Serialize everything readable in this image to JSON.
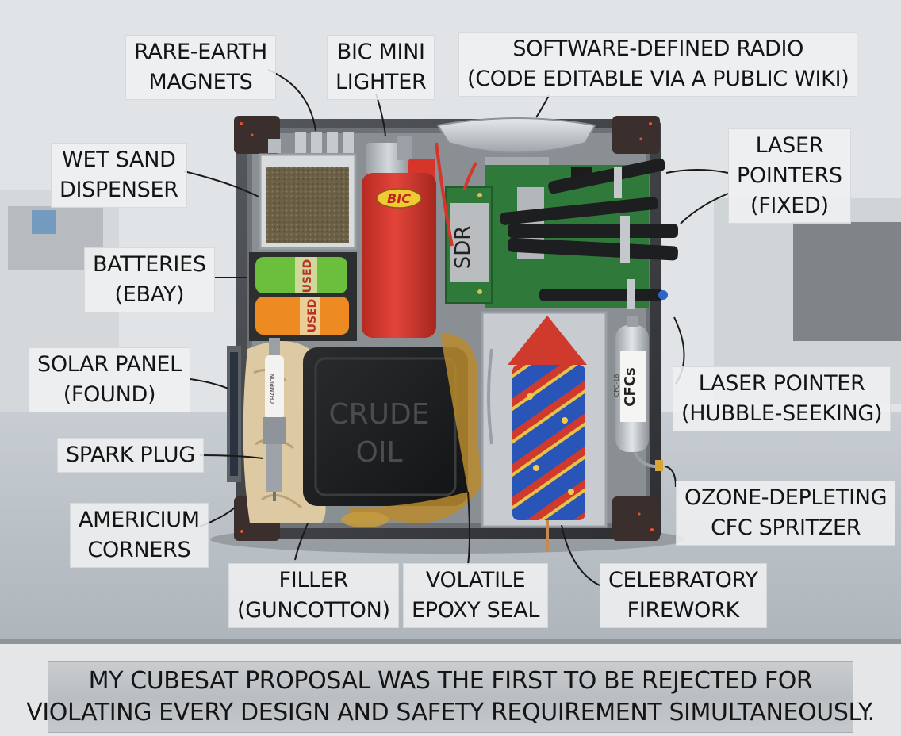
{
  "labels": {
    "rare_earth": [
      "RARE-EARTH",
      "MAGNETS"
    ],
    "bic": [
      "BIC MINI",
      "LIGHTER"
    ],
    "sdr": [
      "SOFTWARE-DEFINED RADIO",
      "(CODE EDITABLE VIA A PUBLIC WIKI)"
    ],
    "laser_fixed": [
      "LASER",
      "POINTERS",
      "(FIXED)"
    ],
    "wet_sand": [
      "WET SAND",
      "DISPENSER"
    ],
    "batteries": [
      "BATTERIES",
      "(EBAY)"
    ],
    "solar": [
      "SOLAR PANEL",
      "(FOUND)"
    ],
    "spark": [
      "SPARK PLUG"
    ],
    "americium": [
      "AMERICIUM",
      "CORNERS"
    ],
    "filler": [
      "FILLER",
      "(GUNCOTTON)"
    ],
    "epoxy": [
      "VOLATILE",
      "EPOXY SEAL"
    ],
    "firework": [
      "CELEBRATORY",
      "FIREWORK"
    ],
    "laser_hubble": [
      "LASER POINTER",
      "(HUBBLE-SEEKING)"
    ],
    "cfc": [
      "OZONE-DEPLETING",
      "CFC SPRITZER"
    ]
  },
  "components": {
    "lighter_brand": "BIC",
    "sdr_board": "SDR",
    "crude_oil": [
      "CRUDE",
      "OIL"
    ],
    "cfc_can": "CFCs",
    "cfc_can_small": "CFC-18",
    "battery_used_1": "USED",
    "battery_used_2": "USED",
    "spark_plug_text": "CHAMPION"
  },
  "caption": [
    "MY CUBESAT PROPOSAL WAS THE FIRST TO BE REJECTED FOR",
    "VIOLATING EVERY DESIGN AND SAFETY REQUIREMENT SIMULTANEOUSLY."
  ],
  "colors": {
    "lighter": "#d8352a",
    "battery_green": "#6cbf3c",
    "battery_orange": "#ee8a22",
    "firework_blue": "#2a55b8",
    "firework_red": "#d03a2c",
    "pcb_green": "#2f7a3a",
    "frame": "#3a3a3c"
  }
}
